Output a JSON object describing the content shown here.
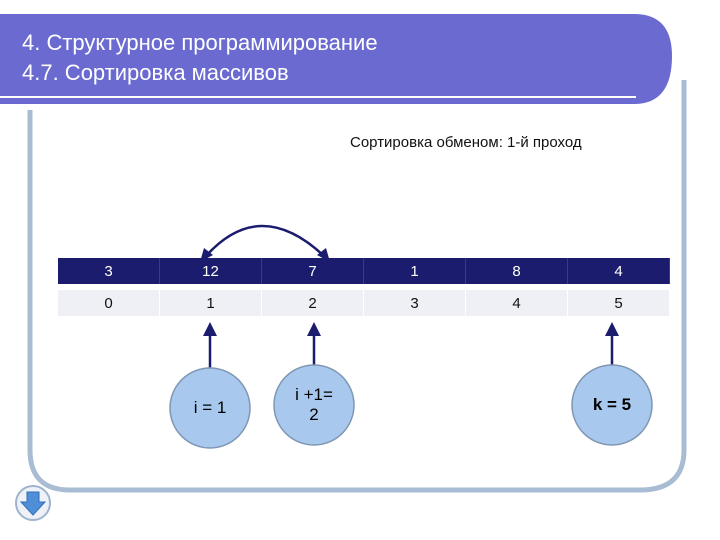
{
  "header": {
    "line1": "4. Структурное программирование",
    "line2": "4.7. Сортировка массивов"
  },
  "subtitle": "Сортировка обменом: 1-й проход",
  "array": {
    "values": [
      "3",
      "12",
      "7",
      "1",
      "8",
      "4"
    ],
    "indices": [
      "0",
      "1",
      "2",
      "3",
      "4",
      "5"
    ]
  },
  "pointers": {
    "i": "i = 1",
    "i_plus_1": "i +1=\n2",
    "k": "k = 5"
  },
  "icons": {
    "nav": "down-arrow-icon"
  },
  "colors": {
    "header_bg": "#6a6ad0",
    "frame": "#a8bcd4",
    "cell_dark": "#1c1c6e",
    "bubble_fill": "#a8c8ee",
    "arrow": "#1c1c6e"
  }
}
